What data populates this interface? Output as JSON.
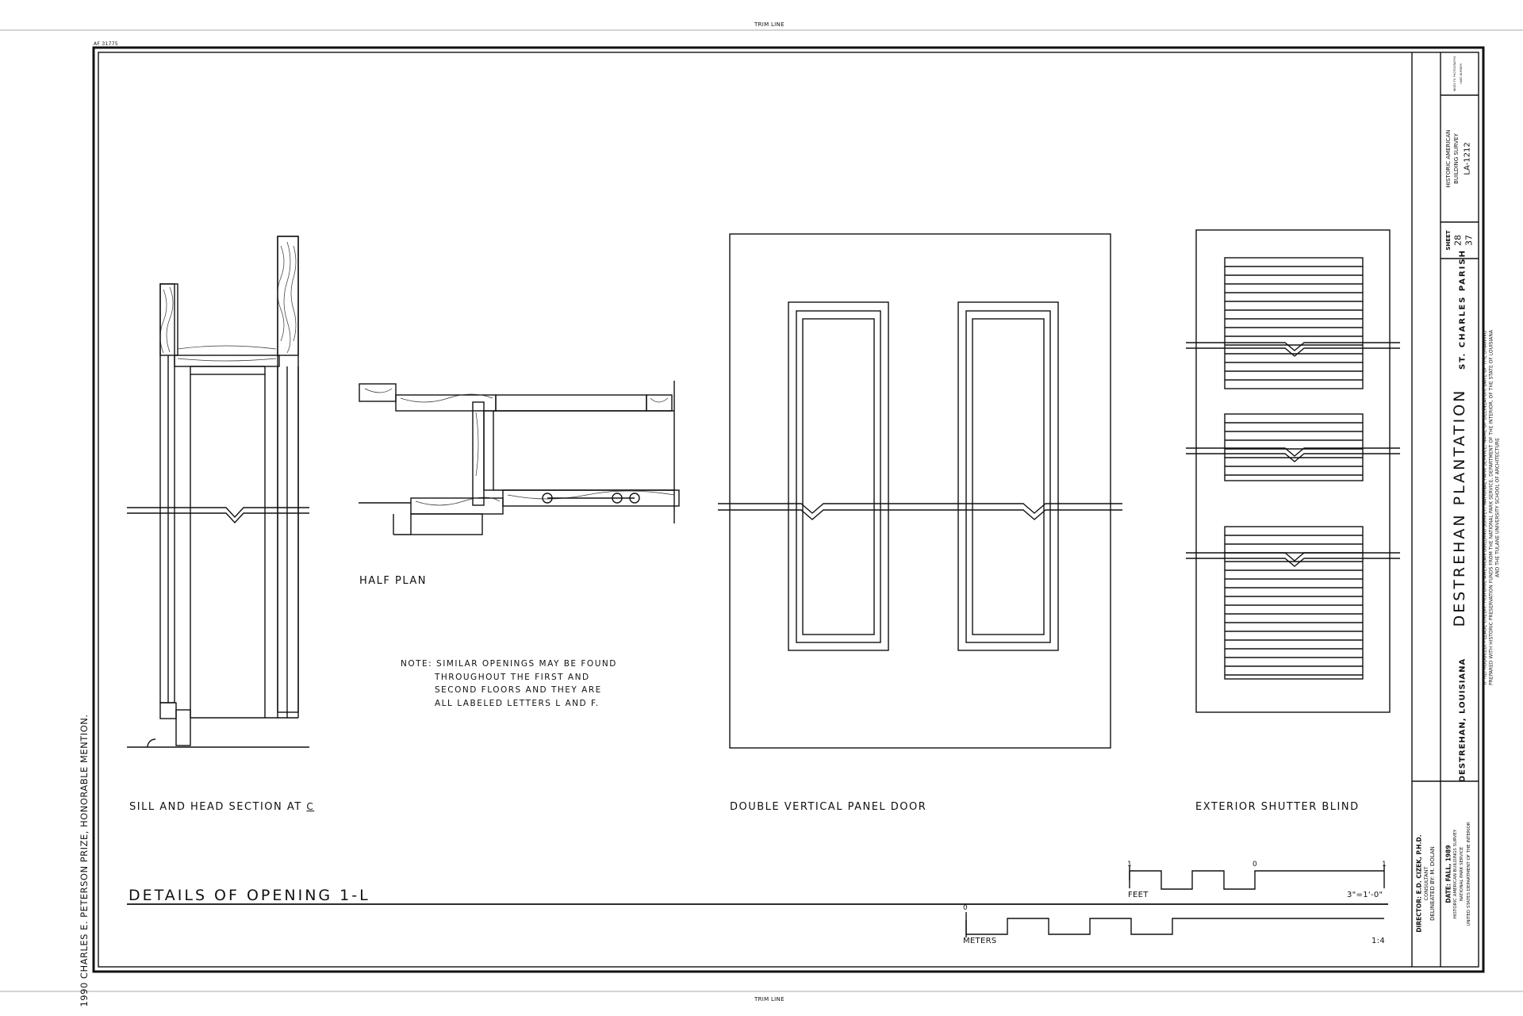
{
  "trim_line_top": "TRIM LINE",
  "trim_line_bottom": "TRIM LINE",
  "corner_code": "AF 31775",
  "prize_note": "1990 CHARLES E. PETERSON PRIZE, HONORABLE MENTION.",
  "drawing_title": "DETAILS OF OPENING 1-L",
  "views": {
    "sill_head": "SILL AND HEAD SECTION AT",
    "centerline_symbol": "C",
    "half_plan": "HALF PLAN",
    "door": "DOUBLE VERTICAL PANEL DOOR",
    "shutter": "EXTERIOR SHUTTER BLIND"
  },
  "note_lines": [
    "NOTE: SIMILAR OPENINGS MAY BE FOUND",
    "THROUGHOUT THE FIRST AND",
    "SECOND FLOORS AND THEY ARE",
    "ALL LABELED LETTERS L AND F."
  ],
  "scales": {
    "feet_label": "FEET",
    "feet_ticks": [
      "1",
      "0",
      "1"
    ],
    "feet_ratio": "3\"=1'-0\"",
    "meters_label": "METERS",
    "meters_tick": "0",
    "meters_ratio": "1:4"
  },
  "title_block": {
    "credits": {
      "director": "DIRECTOR: E.D. CIZEK, P.H.D.",
      "consultant": "CONSULTANT",
      "delineator": "DELINEATED BY: M. DOLAN",
      "date": "DATE: FALL, 1989",
      "agency_1": "HISTORIC AMERICAN BUILDINGS SURVEY",
      "agency_2": "NATIONAL PARK SERVICE",
      "agency_3": "UNITED STATES DEPARTMENT OF THE INTERIOR"
    },
    "location": "DESTREHAN, LOUISIANA",
    "project": "DESTREHAN PLANTATION",
    "parish": "ST. CHARLES PARISH",
    "credit_lines": [
      "IF REPRODUCED, PLEASE CREDIT: HISTORIC AMERICAN BUILDING SURVEY, NATIONAL PARK SERVICE, NAME OF DELINEATOR, DATE OF THE DRAWING",
      "PREPARED WITH HISTORIC PRESERVATION FUNDS FROM THE NATIONAL PARK SERVICE, DEPARTMENT OF THE INTERIOR, OF THE STATE OF LOUISIANA",
      "AND THE TULANE UNIVERSITY SCHOOL OF ARCHITECTURE"
    ],
    "sheet_label": "SHEET",
    "sheet_number": "28",
    "sheet_total": "37",
    "survey_1": "HISTORIC AMERICAN",
    "survey_2": "BUILDING SURVEY",
    "survey_number": "LA-1212",
    "top_box_1": "INDEX TO PHOTOGRAPHS",
    "top_box_2": "HABS NUMBER"
  }
}
